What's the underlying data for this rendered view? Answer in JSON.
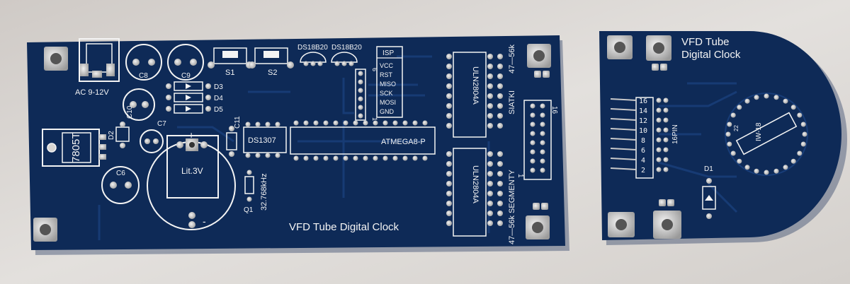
{
  "main_board": {
    "title": "VFD Tube Digital Clock",
    "regulator": "7805T",
    "power_input": "AC 9-12V",
    "capacitors": [
      "C8",
      "C9",
      "C10",
      "C7",
      "C6",
      "C11"
    ],
    "diodes": [
      "D2",
      "D3",
      "D4",
      "D5"
    ],
    "switches": [
      "S1",
      "S2"
    ],
    "sensors": [
      "DS18B20",
      "DS18B20"
    ],
    "isp_header": {
      "title": "ISP",
      "pins": [
        "VCC",
        "RST",
        "MISO",
        "SCK",
        "MOSI",
        "GND"
      ],
      "pin_count": "6",
      "pin_one": "1"
    },
    "rtc": "DS1307",
    "mcu": "ATMEGA8-P",
    "battery": "Lit.3V",
    "battery_plus": "+",
    "battery_minus": "-",
    "crystal": "32.768kHz",
    "transistor": "Q1",
    "driver_top": "ULN2804A",
    "driver_bottom": "ULN2804A",
    "grid_label": "SIATKI",
    "grid_resistors": "47—56k",
    "segment_label": "47—56k SEGMENTY",
    "connector_pin_16": "16",
    "connector_pin_1": "1"
  },
  "display_board": {
    "title_line1": "VFD Tube",
    "title_line2": "Digital Clock",
    "pin_numbers": [
      "16",
      "14",
      "12",
      "10",
      "8",
      "6",
      "4",
      "2"
    ],
    "pin_header_label": "16PIN",
    "tube_label": "IW-18",
    "tube_pin": "22",
    "diode": "D1"
  },
  "colors": {
    "pcb": "#0e2a57",
    "pcb_trace": "#173a72",
    "silkscreen": "#f4f4f4",
    "pad": "#c9c9c9",
    "background": "#d9d6d3"
  }
}
